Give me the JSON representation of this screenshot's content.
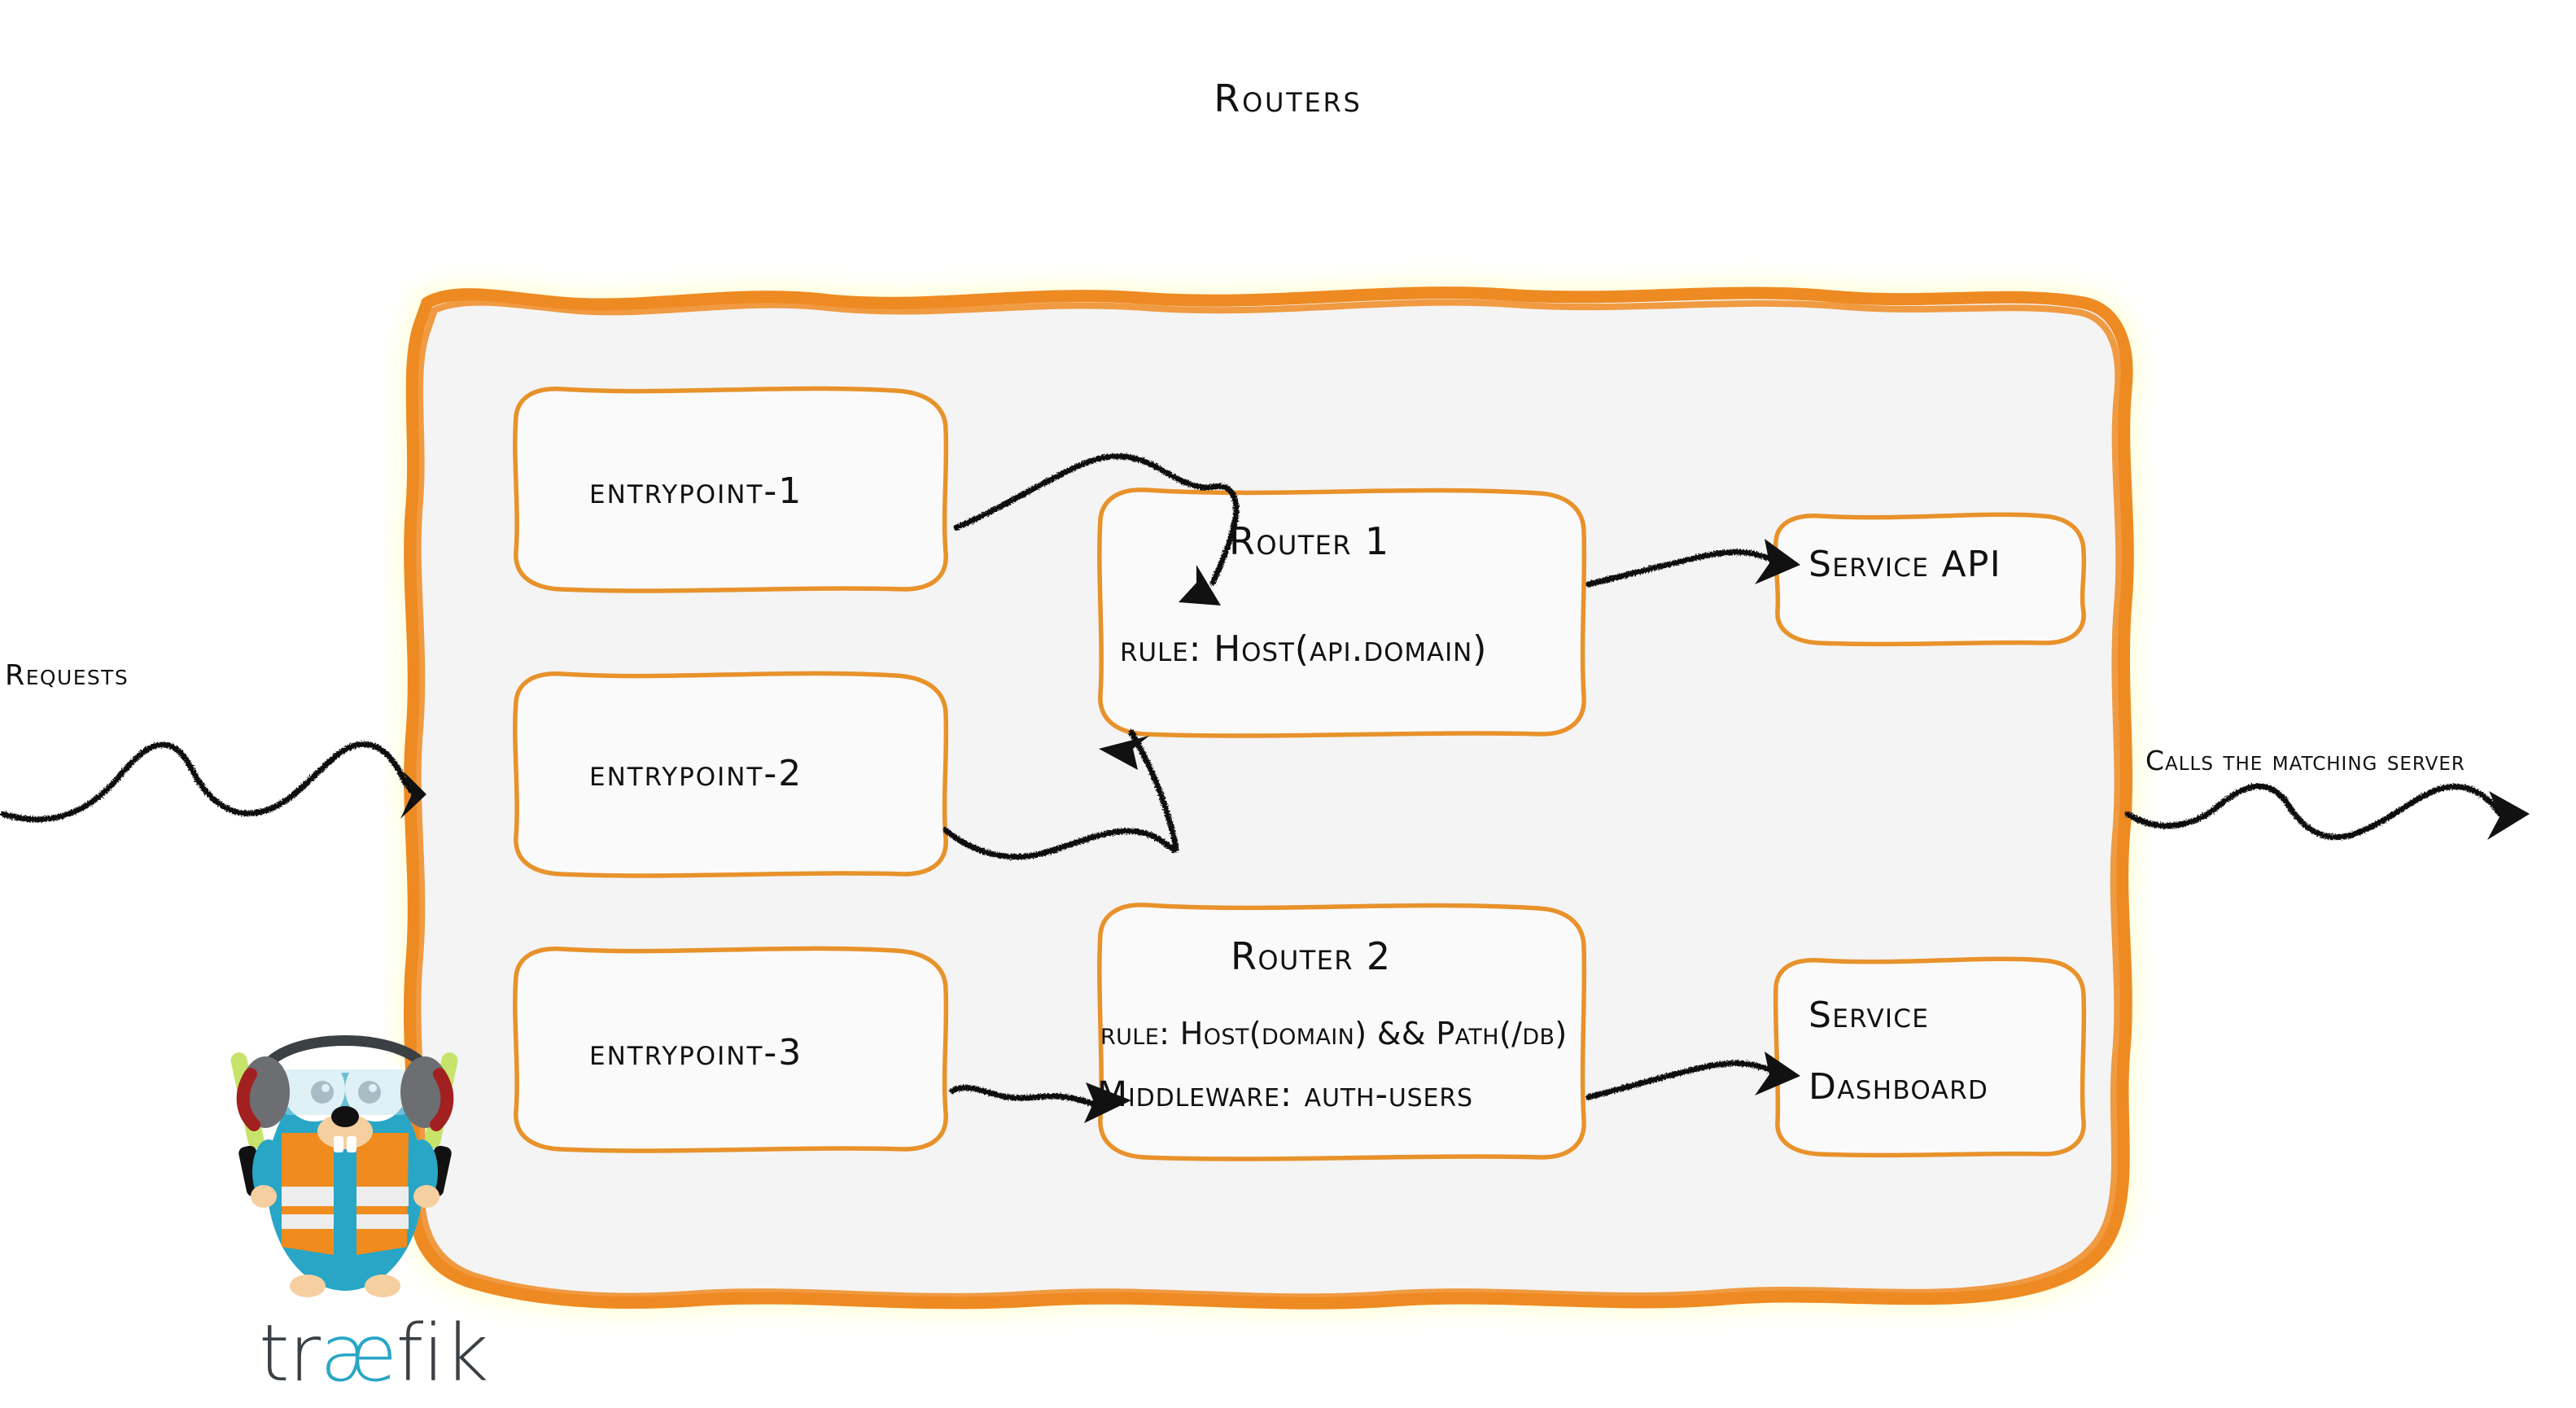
{
  "diagram": {
    "title": "Routers",
    "brand": "traefik",
    "brand_part_1": "tr",
    "brand_part_ae": "æ",
    "brand_part_2": "fik",
    "colors": {
      "accent_orange": "#EE8A22",
      "panel_fill": "#F4F4F4",
      "box_stroke": "#E8922B",
      "ink": "#111111",
      "gopher_blue": "#29A6C6",
      "gopher_vest": "#F08B1D",
      "wordmark_dark": "#3B4045"
    }
  },
  "labels": {
    "requests": "Requests",
    "calls_matching_server": "Calls the matching server"
  },
  "entrypoints": [
    {
      "id": "entrypoint-1",
      "label": "entrypoint-1"
    },
    {
      "id": "entrypoint-2",
      "label": "entrypoint-2"
    },
    {
      "id": "entrypoint-3",
      "label": "entrypoint-3"
    }
  ],
  "routers": [
    {
      "id": "router-1",
      "title": "Router 1",
      "rule": "rule: Host(api.domain)",
      "middleware": null
    },
    {
      "id": "router-2",
      "title": "Router 2",
      "rule": "rule: Host(domain) && Path(/db)",
      "middleware": "Middleware: auth-users"
    }
  ],
  "services": [
    {
      "id": "service-api",
      "label": "Service API",
      "line1": "Service API",
      "line2": ""
    },
    {
      "id": "service-dashboard",
      "label": "Service Dashboard",
      "line1": "Service",
      "line2": "Dashboard"
    }
  ],
  "icons": {
    "gopher": "traefik-gopher-mascot",
    "headphones": "headphones-icon",
    "safety_vest": "safety-vest-icon",
    "marshalling_wand_left": "marshalling-wand-icon",
    "marshalling_wand_right": "marshalling-wand-icon",
    "arrow_requests": "squiggly-arrow-icon",
    "arrow_calls": "squiggly-arrow-icon",
    "arrow_ep1_router1": "squiggly-arrow-icon",
    "arrow_ep2_router1": "squiggly-arrow-icon",
    "arrow_ep3_router2": "squiggly-arrow-icon",
    "arrow_router1_api": "squiggly-arrow-icon",
    "arrow_router2_dashboard": "squiggly-arrow-icon"
  }
}
